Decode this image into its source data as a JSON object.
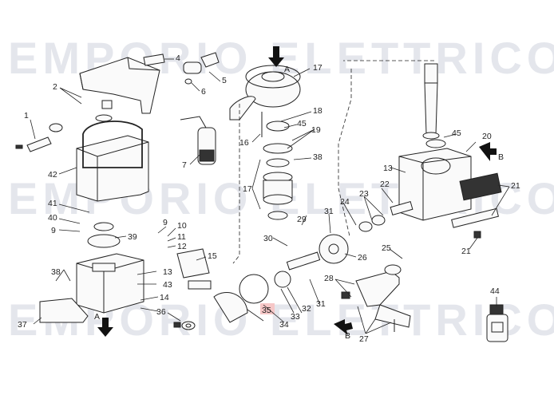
{
  "watermark": {
    "line1": "EMPORIO ELETTRICO",
    "line2": "EMPORIO ELETTRICO",
    "line3": "EMPORIO ELETTRICO"
  },
  "directions": {
    "a": "A",
    "b": "B"
  },
  "highlight_color": "#f6c7c7",
  "parts": {
    "p1": "1",
    "p2": "2",
    "p4": "4",
    "p5": "5",
    "p6": "6",
    "p7": "7",
    "p9a": "9",
    "p9b": "9",
    "p10": "10",
    "p11": "11",
    "p12": "12",
    "p13a": "13",
    "p13b": "13",
    "p14": "14",
    "p15": "15",
    "p16": "16",
    "p17a": "17",
    "p17b": "17",
    "p18": "18",
    "p19": "19",
    "p20": "20",
    "p21a": "21",
    "p21b": "21",
    "p22": "22",
    "p23": "23",
    "p24": "24",
    "p25": "25",
    "p26": "26",
    "p27": "27",
    "p28": "28",
    "p29": "29",
    "p30": "30",
    "p31a": "31",
    "p31b": "31",
    "p32": "32",
    "p33": "33",
    "p34": "34",
    "p35": "35",
    "p36": "36",
    "p37": "37",
    "p38": "38",
    "p38b": "38",
    "p39": "39",
    "p40": "40",
    "p41": "41",
    "p42": "42",
    "p43": "43",
    "p44": "44",
    "p45a": "45",
    "p45b": "45"
  }
}
